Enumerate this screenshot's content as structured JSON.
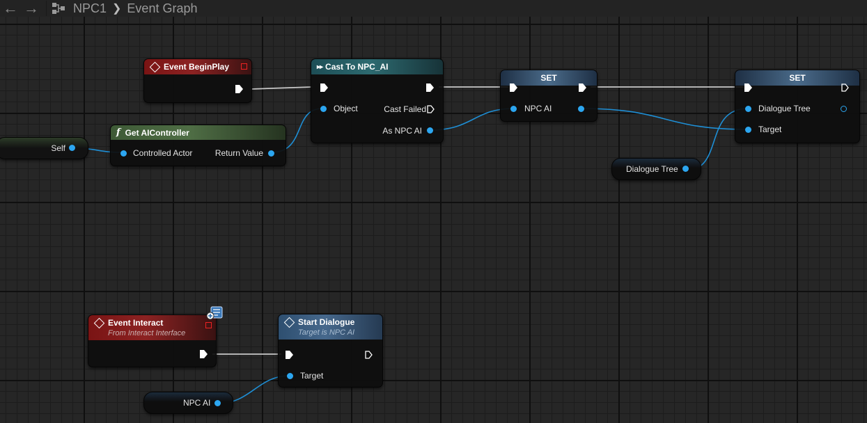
{
  "topbar": {
    "back_icon": "arrow-left-icon",
    "forward_icon": "arrow-right-icon",
    "graph_icon": "blueprint-graph-icon",
    "crumbs": [
      "NPC1",
      "Event Graph"
    ]
  },
  "colors": {
    "canvas_bg": "#262626",
    "object_pin": "#2ca6f0",
    "exec_pin": "#ffffff",
    "event_header": "#8c2222",
    "pure_func_header": "#4f6e45",
    "cast_header": "#2d6a70",
    "set_header": "#4a6b8a",
    "call_header": "#46688c"
  },
  "nodes": {
    "begin_play": {
      "title": "Event BeginPlay"
    },
    "cast": {
      "title": "Cast To NPC_AI",
      "object": "Object",
      "cast_failed": "Cast Failed",
      "as_npc_ai": "As NPC AI"
    },
    "set1": {
      "title": "SET",
      "pin": "NPC AI"
    },
    "set2": {
      "title": "SET",
      "pin1": "Dialogue Tree",
      "pin2": "Target"
    },
    "get_ai": {
      "title": "Get AIController",
      "in": "Controlled Actor",
      "out": "Return Value"
    },
    "self": {
      "label": "Self"
    },
    "dialogue_var": {
      "label": "Dialogue Tree"
    },
    "interact": {
      "title": "Event Interact",
      "subtitle": "From Interact Interface"
    },
    "start_dialogue": {
      "title": "Start Dialogue",
      "subtitle": "Target is NPC AI",
      "target": "Target"
    },
    "npc_var": {
      "label": "NPC AI"
    }
  }
}
